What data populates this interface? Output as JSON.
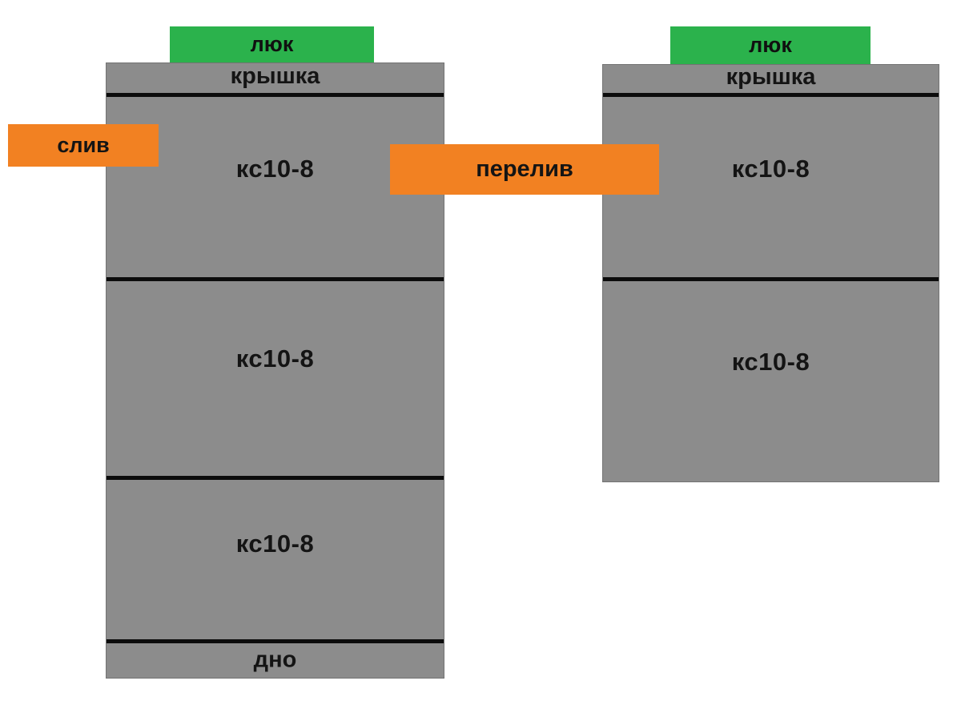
{
  "diagram": {
    "title": "septic-tank-concrete-rings-scheme",
    "colors": {
      "background": "#ffffff",
      "tank_gray": "#8c8c8c",
      "divider_black": "#0c0c0c",
      "hatch_green": "#2bb24c",
      "pipe_orange": "#f28122",
      "text": "#141414"
    },
    "left_tank": {
      "hatch_label": "люк",
      "cover_label": "крышка",
      "rings": [
        "кс10-8",
        "кс10-8",
        "кс10-8"
      ],
      "bottom_label": "дно"
    },
    "right_tank": {
      "hatch_label": "люк",
      "cover_label": "крышка",
      "rings": [
        "кс10-8",
        "кс10-8"
      ]
    },
    "drain_label": "слив",
    "overflow_label": "перелив"
  }
}
